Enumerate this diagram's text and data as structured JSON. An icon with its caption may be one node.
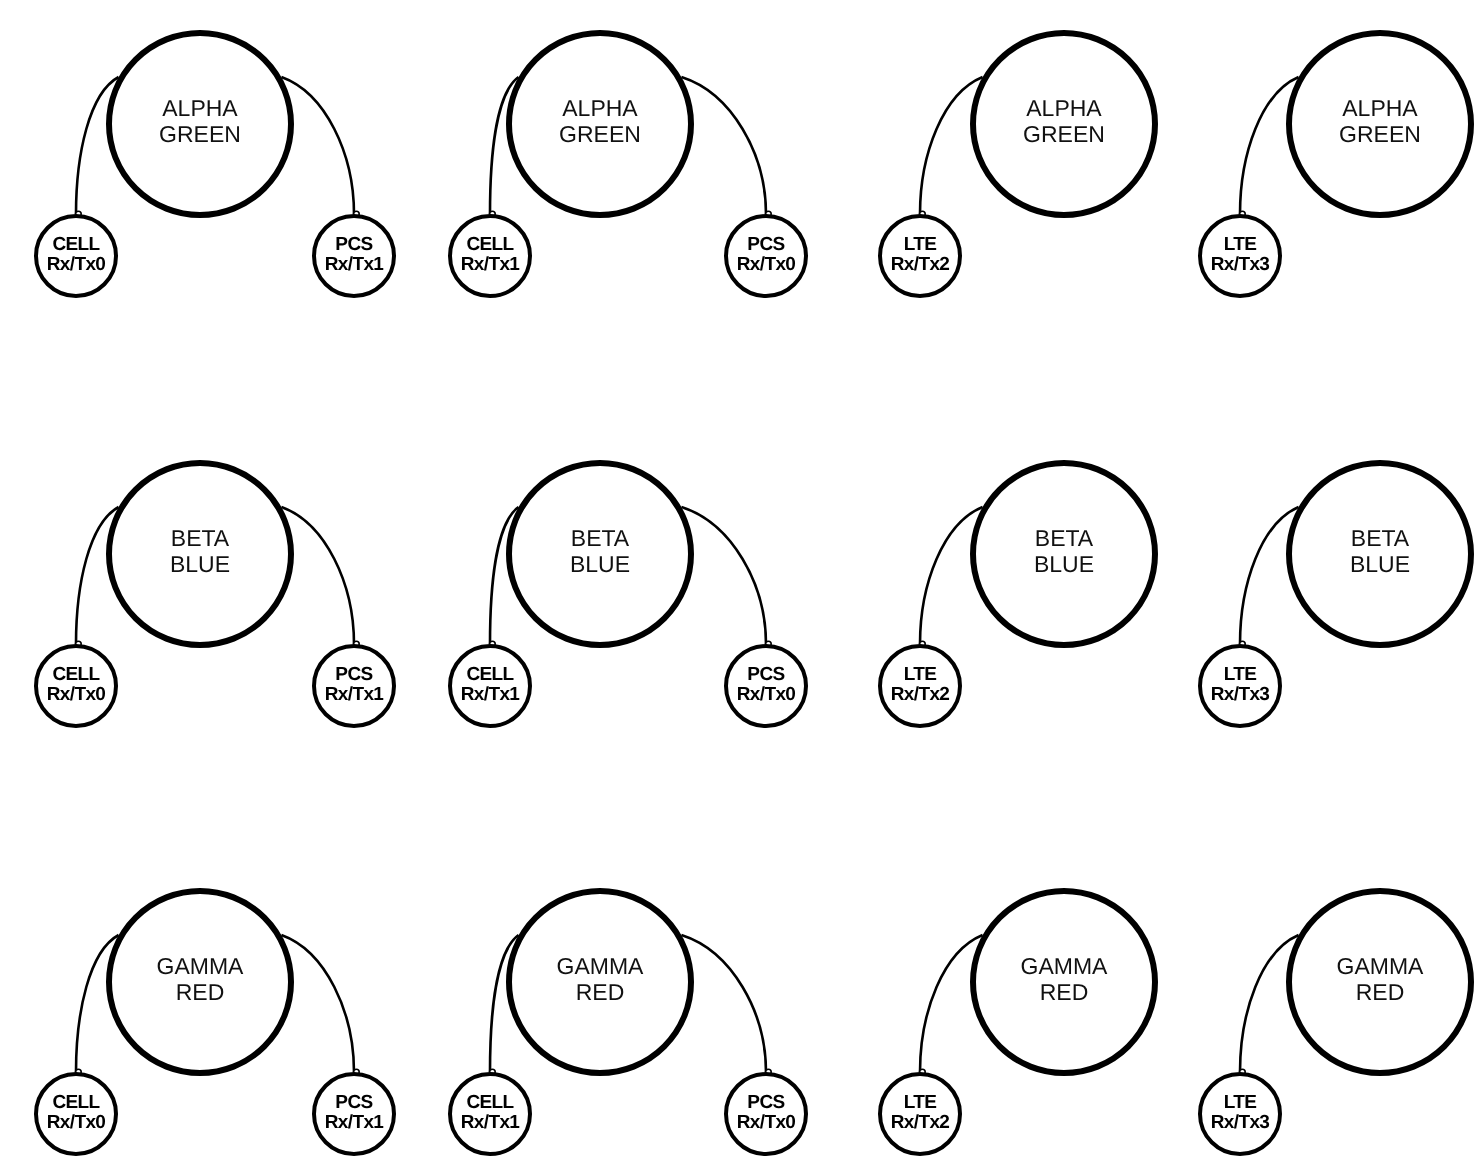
{
  "diagram": {
    "nodes": [
      {
        "text": [
          "ALPHA GREEN"
        ]
      },
      {
        "text": [
          "CELL",
          "Rx/Tx0"
        ]
      },
      {
        "text": [
          "PCS",
          "Rx/Tx1"
        ]
      },
      {
        "text": [
          "ALPHA GREEN"
        ]
      },
      {
        "text": [
          "CELL",
          "Rx/Tx1"
        ]
      },
      {
        "text": [
          "PCS",
          "Rx/Tx0"
        ]
      },
      {
        "text": [
          "ALPHA GREEN"
        ]
      },
      {
        "text": [
          "LTE",
          "Rx/Tx2"
        ]
      },
      {
        "text": [
          "ALPHA GREEN"
        ]
      },
      {
        "text": [
          "LTE",
          "Rx/Tx3"
        ]
      },
      {
        "text": [
          "BETA BLUE"
        ]
      },
      {
        "text": [
          "CELL",
          "Rx/Tx0"
        ]
      },
      {
        "text": [
          "PCS",
          "Rx/Tx1"
        ]
      },
      {
        "text": [
          "BETA BLUE"
        ]
      },
      {
        "text": [
          "CELL",
          "Rx/Tx1"
        ]
      },
      {
        "text": [
          "PCS",
          "Rx/Tx0"
        ]
      },
      {
        "text": [
          "BETA BLUE"
        ]
      },
      {
        "text": [
          "LTE",
          "Rx/Tx2"
        ]
      },
      {
        "text": [
          "BETA BLUE"
        ]
      },
      {
        "text": [
          "LTE",
          "Rx/Tx3"
        ]
      },
      {
        "text": [
          "GAMMA RED"
        ]
      },
      {
        "text": [
          "CELL",
          "Rx/Tx0"
        ]
      },
      {
        "text": [
          "PCS",
          "Rx/Tx1"
        ]
      },
      {
        "text": [
          "GAMMA RED"
        ]
      },
      {
        "text": [
          "CELL",
          "Rx/Tx1"
        ]
      },
      {
        "text": [
          "PCS",
          "Rx/Tx0"
        ]
      },
      {
        "text": [
          "GAMMA RED"
        ]
      },
      {
        "text": [
          "LTE",
          "Rx/Tx2"
        ]
      },
      {
        "text": [
          "GAMMA RED"
        ]
      },
      {
        "text": [
          "LTE",
          "Rx/Tx3"
        ]
      }
    ],
    "edges": [
      {
        "from": 0,
        "to": 1,
        "arrow": "other"
      },
      {
        "from": 0,
        "to": 2,
        "arrow": "other"
      },
      {
        "from": 3,
        "to": 4,
        "arrow": "other"
      },
      {
        "from": 3,
        "to": 5,
        "arrow": "other"
      },
      {
        "from": 6,
        "to": 7,
        "arrow": "other"
      },
      {
        "from": 8,
        "to": 9,
        "arrow": "other"
      },
      {
        "from": 10,
        "to": 11,
        "arrow": "other"
      },
      {
        "from": 10,
        "to": 12,
        "arrow": "other"
      },
      {
        "from": 13,
        "to": 14,
        "arrow": "other"
      },
      {
        "from": 13,
        "to": 15,
        "arrow": "other"
      },
      {
        "from": 16,
        "to": 17,
        "arrow": "other"
      },
      {
        "from": 18,
        "to": 19,
        "arrow": "other"
      },
      {
        "from": 20,
        "to": 21,
        "arrow": "other"
      },
      {
        "from": 20,
        "to": 22,
        "arrow": "other"
      },
      {
        "from": 23,
        "to": 24,
        "arrow": "other"
      },
      {
        "from": 23,
        "to": 25,
        "arrow": "other"
      },
      {
        "from": 26,
        "to": 27,
        "arrow": "other"
      },
      {
        "from": 28,
        "to": 29,
        "arrow": "other"
      }
    ]
  }
}
